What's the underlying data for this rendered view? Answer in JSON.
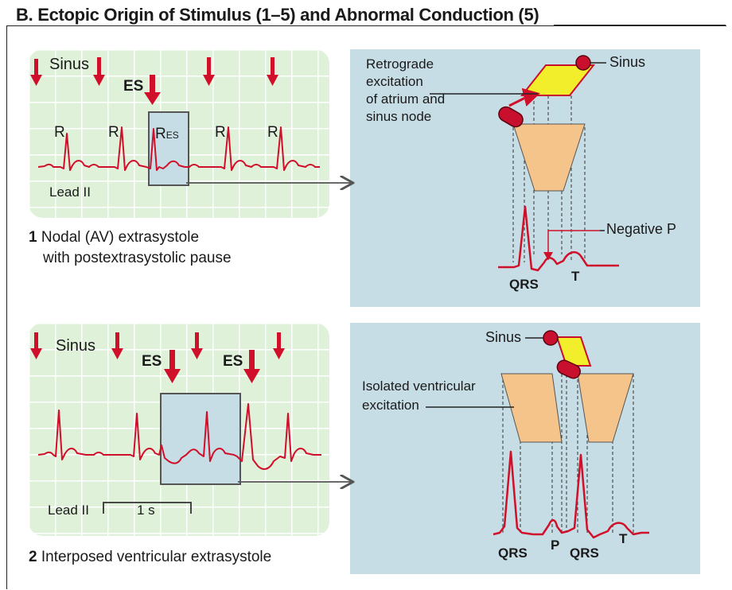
{
  "title": "B.  Ectopic Origin of Stimulus (1–5) and Abnormal Conduction (5)",
  "panel1": {
    "sinus": "Sinus",
    "es": "ES",
    "r": "R",
    "r_es_main": "R",
    "r_es_sub": "ES",
    "lead": "Lead II",
    "caption_num": "1",
    "caption_line1": "Nodal (AV) extrasystole",
    "caption_line2": "with postextrasystolic pause"
  },
  "panel1_detail": {
    "retro_line1": "Retrograde",
    "retro_line2": "excitation",
    "retro_line3": "of atrium and",
    "retro_line4": "sinus node",
    "sinus": "Sinus",
    "negative_p": "Negative P",
    "qrs": "QRS",
    "t": "T"
  },
  "panel2": {
    "sinus": "Sinus",
    "es1": "ES",
    "es2": "ES",
    "lead": "Lead II",
    "scale": "1 s",
    "caption_num": "2",
    "caption_text": "Interposed ventricular extrasystole"
  },
  "panel2_detail": {
    "sinus": "Sinus",
    "isolated_line1": "Isolated ventricular",
    "isolated_line2": "excitation",
    "qrs1": "QRS",
    "p": "P",
    "qrs2": "QRS",
    "t": "T"
  },
  "colors": {
    "ecg_red": "#d0102a",
    "grid_bg": "#dff1d9",
    "detail_bg": "#c7dde5",
    "ventricle_fill": "#f5c48a",
    "atrium_fill": "#f2ee2c",
    "node_fill": "#c8102e"
  }
}
